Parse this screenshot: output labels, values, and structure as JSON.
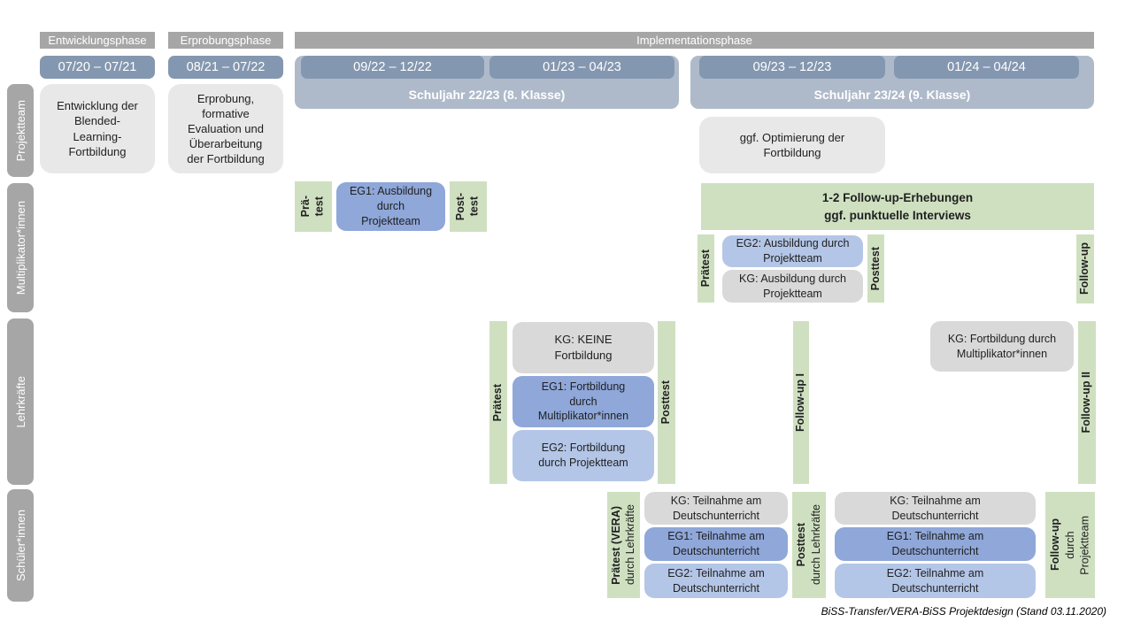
{
  "colors": {
    "phase_gray": "#a6a6a6",
    "row_label_gray": "#a6a6a6",
    "date_blue": "#8497b0",
    "schoolyear_blue": "#aebaca",
    "eg1_blue": "#8fa7d9",
    "eg2_blue": "#b4c6e7",
    "kg_gray": "#d9d9d9",
    "panel_gray": "#e9e8e8",
    "green": "#cfe0c1",
    "text_dark": "#1f1f1f",
    "text_white": "#ffffff"
  },
  "phases": {
    "entwicklung": "Entwicklungsphase",
    "erprobung": "Erprobungsphase",
    "implementation": "Implementationsphase"
  },
  "periods": {
    "p1": "07/20 – 07/21",
    "p2": "08/21 – 07/22",
    "p3": "09/22 – 12/22",
    "p4": "01/23 – 04/23",
    "p5": "09/23 – 12/23",
    "p6": "01/24 – 04/24"
  },
  "school_years": {
    "y2223": "Schuljahr 22/23 (8. Klasse)",
    "y2324": "Schuljahr 23/24 (9. Klasse)"
  },
  "row_labels": {
    "projektteam": "Projektteam",
    "multiplikatoren": "Multiplikator*innen",
    "lehrkraefte": "Lehrkräfte",
    "schueler": "Schüler*innen"
  },
  "projektteam": {
    "entwicklung": "Entwicklung der\nBlended-\nLearning-\nFortbildung",
    "erprobung": "Erprobung,\nformative\nEvaluation und\nÜberarbeitung\nder Fortbildung",
    "optimierung": "ggf. Optimierung der\nFortbildung"
  },
  "multiplikatoren": {
    "praetest1": "Prä-\ntest",
    "eg1": "EG1: Ausbildung\ndurch\nProjektteam",
    "posttest1": "Post-\ntest",
    "followup_bar": "1-2 Follow-up-Erhebungen\nggf. punktuelle Interviews",
    "praetest2": "Prätest",
    "eg2": "EG2: Ausbildung durch\nProjektteam",
    "kg": "KG: Ausbildung durch\nProjektteam",
    "posttest2": "Posttest",
    "followup": "Follow-up"
  },
  "lehrkraefte": {
    "praetest": "Prätest",
    "kg1": "KG: KEINE\nFortbildung",
    "eg1": "EG1: Fortbildung\ndurch\nMultiplikator*innen",
    "eg2": "EG2: Fortbildung\ndurch Projektteam",
    "posttest": "Posttest",
    "followup1": "Follow-up I",
    "kg2": "KG: Fortbildung durch\nMultiplikator*innen",
    "followup2": "Follow-up II"
  },
  "schueler": {
    "praetest_label": "Prätest (VERA)",
    "praetest_sub": "durch Lehrkräfte",
    "kg1": "KG: Teilnahme am\nDeutschunterricht",
    "eg1a": "EG1: Teilnahme am\nDeutschunterricht",
    "eg2a": "EG2: Teilnahme am\nDeutschunterricht",
    "posttest_label": "Posttest",
    "posttest_sub": "durch Lehrkräfte",
    "kg2": "KG: Teilnahme am\nDeutschunterricht",
    "eg1b": "EG1: Teilnahme am\nDeutschunterricht",
    "eg2b": "EG2: Teilnahme am\nDeutschunterricht",
    "followup_label": "Follow-up",
    "followup_sub": "durch\nProjektteam"
  },
  "caption": "BiSS-Transfer/VERA-BiSS Projektdesign (Stand 03.11.2020)"
}
